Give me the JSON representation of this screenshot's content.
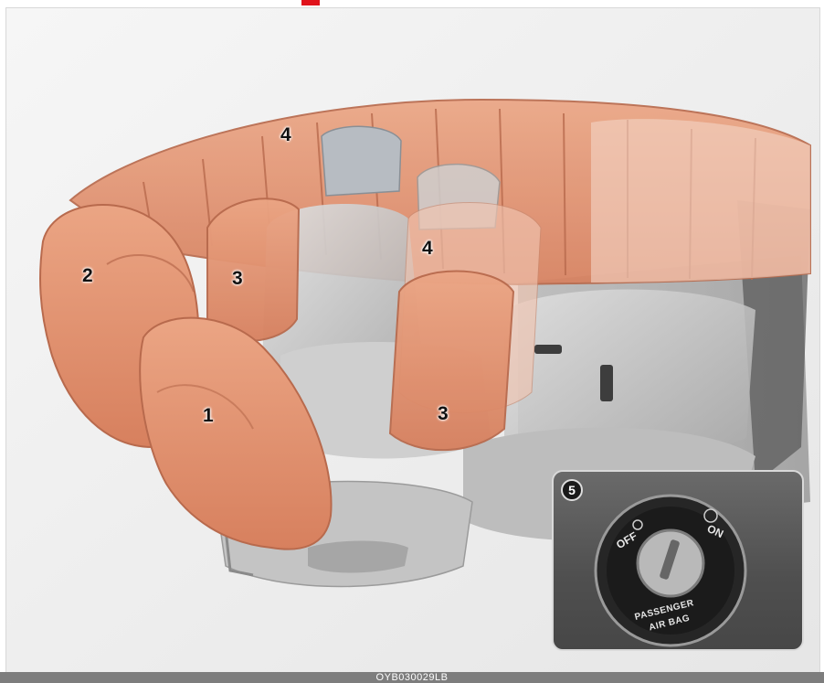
{
  "callouts": {
    "front_airbag": "1",
    "driver_knee_airbag": "2",
    "side_airbag_front": "3",
    "side_airbag_rear": "3",
    "curtain_airbag_top": "4",
    "curtain_airbag_mid": "4",
    "cutoff_switch": "5"
  },
  "switch": {
    "off_label": "OFF",
    "on_label": "ON",
    "line1": "PASSENGER",
    "line2": "AIR BAG"
  },
  "footer": {
    "code": "OYB030029LB"
  },
  "colors": {
    "airbag": "#e2906f",
    "airbag_edge": "#b86a4d",
    "seat": "#c9c9c9",
    "background": "#f1f1f1",
    "footer_bar": "#7d7d7d"
  }
}
